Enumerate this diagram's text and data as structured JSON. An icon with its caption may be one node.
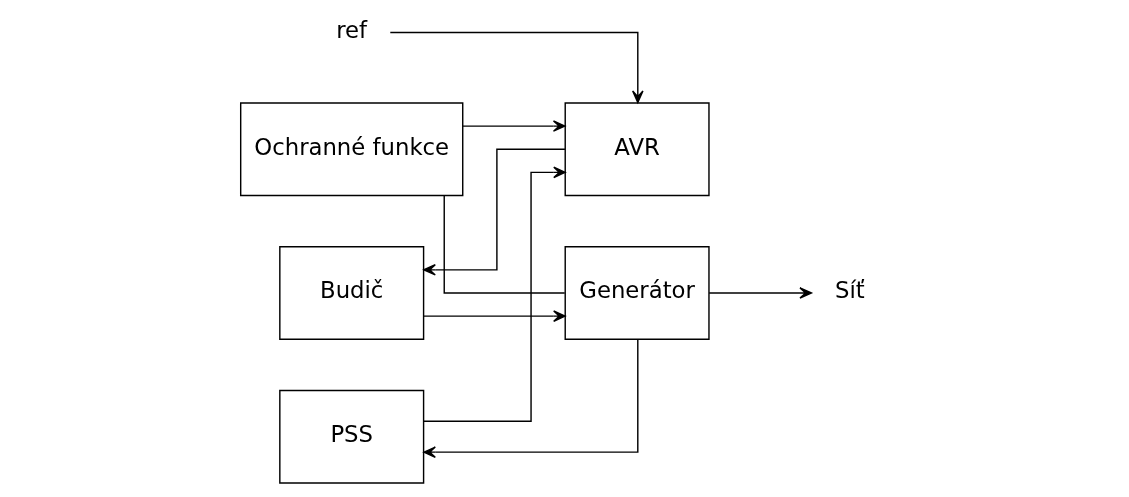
{
  "diagram": {
    "nodes": [
      {
        "text": [
          "Ochranné funkce"
        ]
      },
      {
        "text": [
          "AVR"
        ]
      },
      {
        "text": [
          "Budič"
        ]
      },
      {
        "text": [
          "Generátor"
        ]
      },
      {
        "text": [
          "PSS"
        ]
      },
      {
        "text": [
          "ref"
        ]
      },
      {
        "text": [
          "Síť"
        ]
      }
    ],
    "edges": [
      {
        "from": 3,
        "to": 0,
        "arrow": "none"
      },
      {
        "from": 0,
        "to": 1,
        "arrow": "to"
      },
      {
        "from": 5,
        "to": 1,
        "arrow": "to"
      },
      {
        "from": 1,
        "to": 2,
        "arrow": "to"
      },
      {
        "from": 2,
        "to": 3,
        "arrow": "to"
      },
      {
        "from": 3,
        "to": 6,
        "arrow": "to"
      },
      {
        "from": 3,
        "to": 4,
        "arrow": "to"
      },
      {
        "from": 4,
        "to": 1,
        "arrow": "to"
      }
    ]
  }
}
